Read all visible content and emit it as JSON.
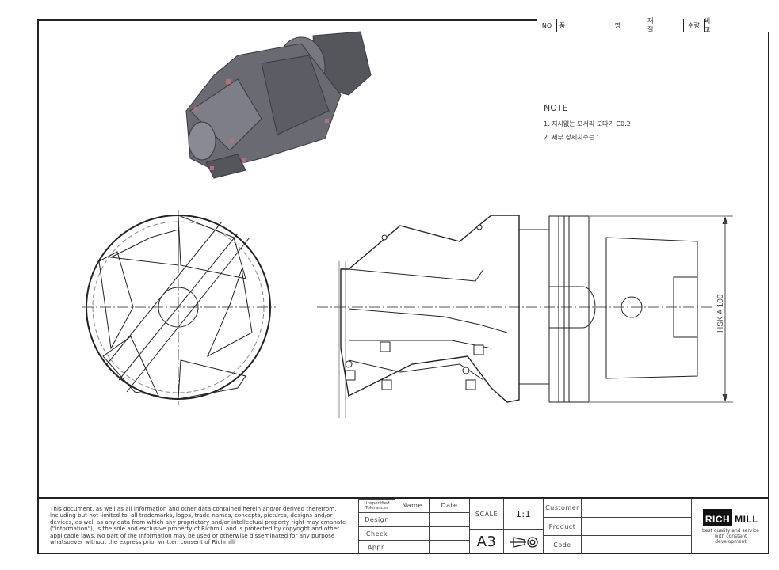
{
  "parts_table": {
    "headers": [
      "NO",
      "품 명",
      "재 질",
      "수량",
      "비 고"
    ]
  },
  "note": {
    "title": "NOTE",
    "items": [
      "1. 지시없는 모서리 모따기 C0.2",
      "2. 세부 상세치수는 '"
    ]
  },
  "drawing": {
    "dimension_label": "HSK A 100"
  },
  "title_block": {
    "legal_text": "This document, as well as all information and other data contained herein and/or derived therefrom, including but not limited to, all trademarks, logos, trade-names, concepts, pictures, designs and/or devices, as well as any data from which any proprietary and/or intellectual property right may emanate (\"Information\"), is the sole and exclusive property of Richmill and is protected by copyright and other applicable laws. No part of the Information may be used or otherwise disseminated for any purpose whatsoever without the express prior written consent of Richmill",
    "tolerances": "Unspecified Tolerances",
    "name": "Name",
    "date": "Date",
    "design": "Design",
    "check": "Check",
    "appr": "Appr.",
    "scale_label": "SCALE",
    "scale_value": "1:1",
    "sheet_size": "A3",
    "customer": "Customer",
    "product": "Product",
    "code": "Code",
    "logo_rich": "RICH",
    "logo_mill": "MILL",
    "tagline": "best quality and service with constant development"
  }
}
